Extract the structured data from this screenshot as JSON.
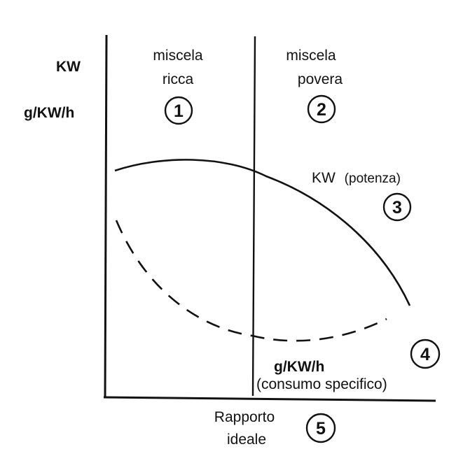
{
  "axis": {
    "y_label_power": "KW",
    "y_label_consumption": "g/KW/h",
    "x_label_line1": "Rapporto",
    "x_label_line2": "ideale"
  },
  "regions": {
    "rich_line1": "miscela",
    "rich_line2": "ricca",
    "lean_line1": "miscela",
    "lean_line2": "povera"
  },
  "curves": {
    "power_unit": "KW",
    "power_desc": "(potenza)",
    "consumption_unit": "g/KW/h",
    "consumption_desc": "(consumo specifico)"
  },
  "markers": [
    "1",
    "2",
    "3",
    "4",
    "5"
  ]
}
